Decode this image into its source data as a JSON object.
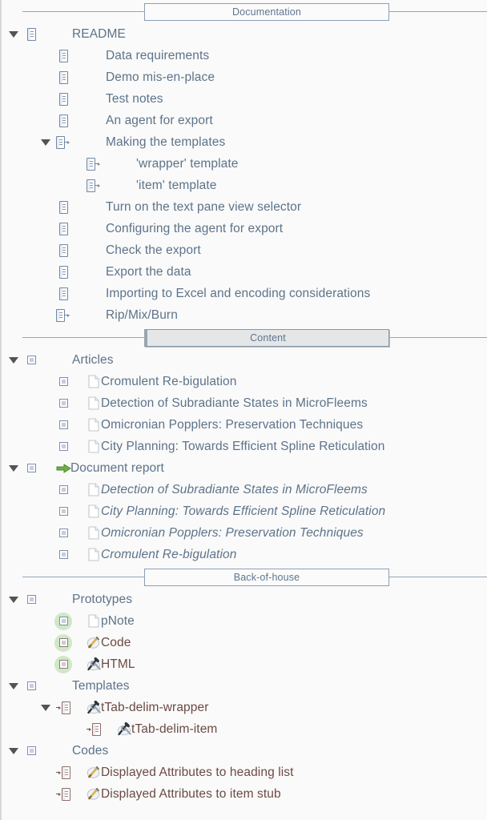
{
  "theme": {
    "background": "#fafafa",
    "text_primary": "#5d7389",
    "text_warm": "#6b4a44",
    "rule": "#93a7bd",
    "header_border": "#8c9fb5",
    "header_shaded_bg": "#e4e6e8",
    "green_halo": "#cfe8c7",
    "green_arrow": "#6aa84f",
    "disclosure": "#535353"
  },
  "sections": [
    {
      "header": "Documentation",
      "selected": false,
      "rows": [
        {
          "label": "README",
          "indent": 0,
          "icon": "note",
          "disclosure": "open",
          "bullet_indent": 0
        },
        {
          "label": "Data requirements",
          "indent": 1,
          "icon": "note",
          "disclosure": "none"
        },
        {
          "label": "Demo mis-en-place",
          "indent": 1,
          "icon": "note",
          "disclosure": "none"
        },
        {
          "label": "Test notes",
          "indent": 1,
          "icon": "note",
          "disclosure": "none"
        },
        {
          "label": "An agent for export",
          "indent": 1,
          "icon": "note",
          "disclosure": "none"
        },
        {
          "label": "Making the templates",
          "indent": 1,
          "icon": "note-arrow",
          "disclosure": "open"
        },
        {
          "label": "'wrapper' template",
          "indent": 2,
          "icon": "note-arrow",
          "disclosure": "none"
        },
        {
          "label": "'item' template",
          "indent": 2,
          "icon": "note-arrow",
          "disclosure": "none"
        },
        {
          "label": "Turn on the text pane view selector",
          "indent": 1,
          "icon": "note",
          "disclosure": "none"
        },
        {
          "label": "Configuring the agent for export",
          "indent": 1,
          "icon": "note",
          "disclosure": "none"
        },
        {
          "label": "Check the export",
          "indent": 1,
          "icon": "note",
          "disclosure": "none"
        },
        {
          "label": "Export the data",
          "indent": 1,
          "icon": "note",
          "disclosure": "none"
        },
        {
          "label": "Importing to Excel and encoding considerations",
          "indent": 1,
          "icon": "note",
          "disclosure": "none"
        },
        {
          "label": "Rip/Mix/Burn",
          "indent": 1,
          "icon": "note-arrow",
          "disclosure": "none"
        }
      ]
    },
    {
      "header": "Content",
      "selected": true,
      "rows": [
        {
          "label": "Articles",
          "indent": 0,
          "icon": "square",
          "disclosure": "open"
        },
        {
          "label": "Cromulent Re-bigulation",
          "indent": 1,
          "icon": "square",
          "disclosure": "none",
          "leaf_icon": "page"
        },
        {
          "label": "Detection of Subradiante States in MicroFleems",
          "indent": 1,
          "icon": "square",
          "disclosure": "none",
          "leaf_icon": "page"
        },
        {
          "label": "Omicronian Popplers: Preservation Techniques",
          "indent": 1,
          "icon": "square",
          "disclosure": "none",
          "leaf_icon": "page"
        },
        {
          "label": "City Planning: Towards Efficient Spline Reticulation",
          "indent": 1,
          "icon": "square",
          "disclosure": "none",
          "leaf_icon": "page"
        },
        {
          "label": "Document report",
          "indent": 0,
          "icon": "square",
          "disclosure": "open",
          "leaf_icon": "green-arrow"
        },
        {
          "label": "Detection of Subradiante States in MicroFleems",
          "indent": 1,
          "icon": "square",
          "disclosure": "none",
          "leaf_icon": "page",
          "italic": true
        },
        {
          "label": "City Planning: Towards Efficient Spline Reticulation",
          "indent": 1,
          "icon": "square",
          "disclosure": "none",
          "leaf_icon": "page",
          "italic": true
        },
        {
          "label": "Omicronian Popplers: Preservation Techniques",
          "indent": 1,
          "icon": "square",
          "disclosure": "none",
          "leaf_icon": "page",
          "italic": true
        },
        {
          "label": "Cromulent Re-bigulation",
          "indent": 1,
          "icon": "square",
          "disclosure": "none",
          "leaf_icon": "page",
          "italic": true
        }
      ]
    },
    {
      "header": "Back-of-house",
      "selected": false,
      "rows": [
        {
          "label": "Prototypes",
          "indent": 0,
          "icon": "square",
          "disclosure": "open"
        },
        {
          "label": "pNote",
          "indent": 1,
          "icon": "square",
          "disclosure": "none",
          "halo": true,
          "leaf_icon": "page"
        },
        {
          "label": "Code",
          "indent": 1,
          "icon": "square-warm",
          "disclosure": "none",
          "halo": true,
          "leaf_icon": "pencil",
          "warm": true
        },
        {
          "label": "HTML",
          "indent": 1,
          "icon": "square-warm",
          "disclosure": "none",
          "halo": true,
          "leaf_icon": "tools",
          "warm": true
        },
        {
          "label": "Templates",
          "indent": 0,
          "icon": "square",
          "disclosure": "open"
        },
        {
          "label": "tTab-delim-wrapper",
          "indent": 1,
          "icon": "note-in",
          "disclosure": "open",
          "leaf_icon": "tools",
          "warm": true
        },
        {
          "label": "tTab-delim-item",
          "indent": 2,
          "icon": "note-in",
          "disclosure": "none",
          "leaf_icon": "tools",
          "warm": true
        },
        {
          "label": "Codes",
          "indent": 0,
          "icon": "square",
          "disclosure": "open"
        },
        {
          "label": "Displayed Attributes to heading list",
          "indent": 1,
          "icon": "note-in",
          "disclosure": "none",
          "leaf_icon": "pencil",
          "warm": true
        },
        {
          "label": "Displayed Attributes to item stub",
          "indent": 1,
          "icon": "note-in",
          "disclosure": "none",
          "leaf_icon": "pencil",
          "warm": true
        }
      ]
    }
  ]
}
